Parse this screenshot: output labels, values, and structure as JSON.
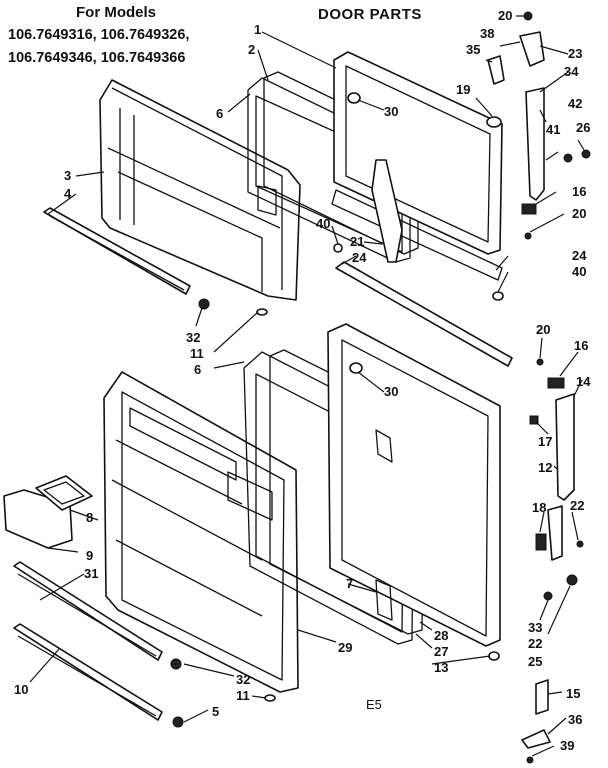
{
  "header": {
    "title": "DOOR PARTS",
    "models_label": "For Models",
    "models_line1": "106.7649316, 106.7649326,",
    "models_line2": "106.7649346, 106.7649366"
  },
  "diagram_code": "E5",
  "callouts": [
    {
      "id": "c1",
      "label": "1"
    },
    {
      "id": "c2",
      "label": "2"
    },
    {
      "id": "c3",
      "label": "3"
    },
    {
      "id": "c4",
      "label": "4"
    },
    {
      "id": "c6a",
      "label": "6"
    },
    {
      "id": "c30a",
      "label": "30"
    },
    {
      "id": "c19",
      "label": "19"
    },
    {
      "id": "c20a",
      "label": "20"
    },
    {
      "id": "c38",
      "label": "38"
    },
    {
      "id": "c35",
      "label": "35"
    },
    {
      "id": "c23",
      "label": "23"
    },
    {
      "id": "c34",
      "label": "34"
    },
    {
      "id": "c42",
      "label": "42"
    },
    {
      "id": "c41",
      "label": "41"
    },
    {
      "id": "c26",
      "label": "26"
    },
    {
      "id": "c16a",
      "label": "16"
    },
    {
      "id": "c20b",
      "label": "20"
    },
    {
      "id": "c40a",
      "label": "40"
    },
    {
      "id": "c21",
      "label": "21"
    },
    {
      "id": "c24a",
      "label": "24"
    },
    {
      "id": "c24b",
      "label": "24"
    },
    {
      "id": "c40b",
      "label": "40"
    },
    {
      "id": "c32a",
      "label": "32"
    },
    {
      "id": "c11a",
      "label": "11"
    },
    {
      "id": "c6b",
      "label": "6"
    },
    {
      "id": "c30b",
      "label": "30"
    },
    {
      "id": "c20c",
      "label": "20"
    },
    {
      "id": "c16b",
      "label": "16"
    },
    {
      "id": "c14",
      "label": "14"
    },
    {
      "id": "c17",
      "label": "17"
    },
    {
      "id": "c12",
      "label": "12"
    },
    {
      "id": "c18",
      "label": "18"
    },
    {
      "id": "c22a",
      "label": "22"
    },
    {
      "id": "c8",
      "label": "8"
    },
    {
      "id": "c9",
      "label": "9"
    },
    {
      "id": "c31",
      "label": "31"
    },
    {
      "id": "c7",
      "label": "7"
    },
    {
      "id": "c29",
      "label": "29"
    },
    {
      "id": "c28",
      "label": "28"
    },
    {
      "id": "c27",
      "label": "27"
    },
    {
      "id": "c13",
      "label": "13"
    },
    {
      "id": "c33",
      "label": "33"
    },
    {
      "id": "c22b",
      "label": "22"
    },
    {
      "id": "c25",
      "label": "25"
    },
    {
      "id": "c10",
      "label": "10"
    },
    {
      "id": "c32b",
      "label": "32"
    },
    {
      "id": "c11b",
      "label": "11"
    },
    {
      "id": "c5",
      "label": "5"
    },
    {
      "id": "c15",
      "label": "15"
    },
    {
      "id": "c36",
      "label": "36"
    },
    {
      "id": "c39",
      "label": "39"
    }
  ]
}
